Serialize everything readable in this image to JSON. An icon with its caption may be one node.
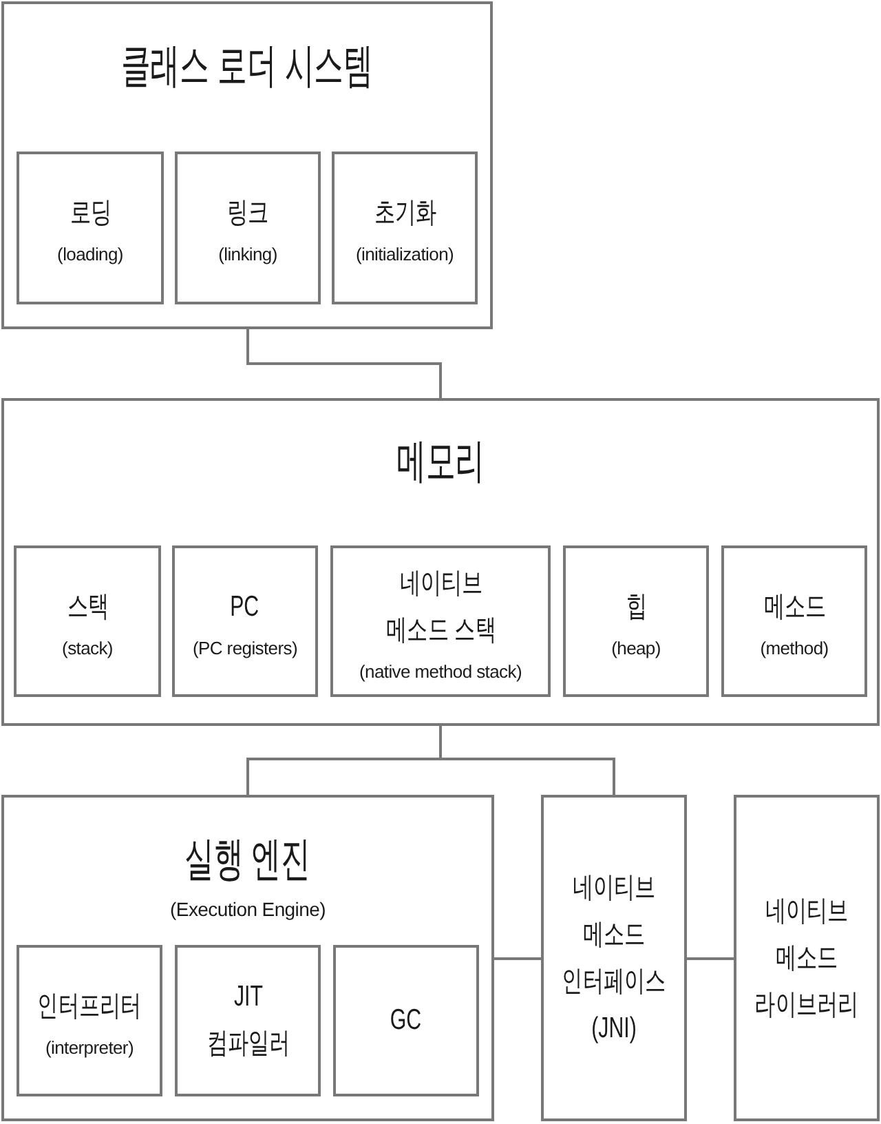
{
  "diagram": {
    "nodes": [
      {
        "text": [
          "클래스 로더 시스템"
        ]
      },
      {
        "text": [
          "로딩",
          "(loading)"
        ],
        "in": 0
      },
      {
        "text": [
          "링크",
          "(linking)"
        ],
        "in": 0
      },
      {
        "text": [
          "초기화",
          "(initialization)"
        ],
        "in": 0
      },
      {
        "text": [
          "메모리"
        ]
      },
      {
        "text": [
          "스택",
          "(stack)"
        ],
        "in": 4
      },
      {
        "text": [
          "PC",
          "(PC registers)"
        ],
        "in": 4
      },
      {
        "text": [
          "네이티브 메소드 스택",
          "(native method stack)"
        ],
        "in": 4
      },
      {
        "text": [
          "힙",
          "(heap)"
        ],
        "in": 4
      },
      {
        "text": [
          "메소드",
          "(method)"
        ],
        "in": 4
      },
      {
        "text": [
          "실행 엔진",
          "(Execution Engine)"
        ]
      },
      {
        "text": [
          "인터프리터",
          "(interpreter)"
        ],
        "in": 10
      },
      {
        "text": [
          "JIT 컴파일러"
        ],
        "in": 10
      },
      {
        "text": [
          "GC"
        ],
        "in": 10
      },
      {
        "text": [
          "네이티브 메소드 인터페이스 (JNI)"
        ]
      },
      {
        "text": [
          "네이티브 메소드 라이브러리"
        ]
      }
    ],
    "edges": [
      {
        "from": 0,
        "to": 4,
        "arrow": "none"
      },
      {
        "from": 4,
        "to": 10,
        "arrow": "none"
      },
      {
        "from": 4,
        "to": 14,
        "arrow": "none"
      },
      {
        "from": 10,
        "to": 14,
        "arrow": "none"
      },
      {
        "from": 14,
        "to": 15,
        "arrow": "none"
      }
    ]
  }
}
